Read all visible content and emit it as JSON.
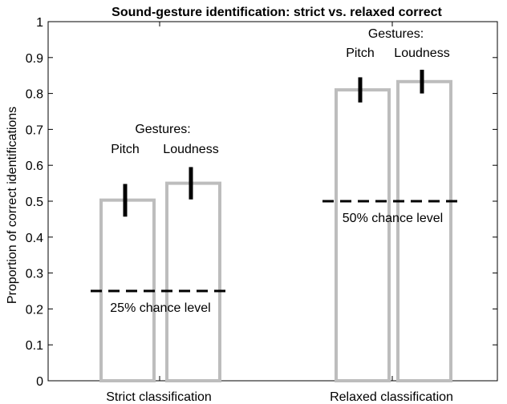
{
  "chart_data": {
    "type": "bar",
    "title": "Sound-gesture identification: strict vs. relaxed correct",
    "xlabel": "",
    "ylabel": "Proportion of correct identifications",
    "ylim": [
      0,
      1
    ],
    "yticks": [
      "0",
      "0.1",
      "0.2",
      "0.3",
      "0.4",
      "0.5",
      "0.6",
      "0.7",
      "0.8",
      "0.9",
      "1"
    ],
    "grid": false,
    "bar_color": "#bdbdbd",
    "groups": [
      {
        "label": "Strict classification",
        "header": "Gestures:",
        "bars": [
          {
            "name": "Pitch",
            "value": 0.503,
            "err_low": 0.457,
            "err_high": 0.548
          },
          {
            "name": "Loudness",
            "value": 0.55,
            "err_low": 0.505,
            "err_high": 0.595
          }
        ],
        "chance_level": 0.25,
        "chance_label": "25% chance level"
      },
      {
        "label": "Relaxed classification",
        "header": "Gestures:",
        "bars": [
          {
            "name": "Pitch",
            "value": 0.81,
            "err_low": 0.775,
            "err_high": 0.845
          },
          {
            "name": "Loudness",
            "value": 0.833,
            "err_low": 0.8,
            "err_high": 0.866
          }
        ],
        "chance_level": 0.5,
        "chance_label": "50% chance level"
      }
    ]
  }
}
